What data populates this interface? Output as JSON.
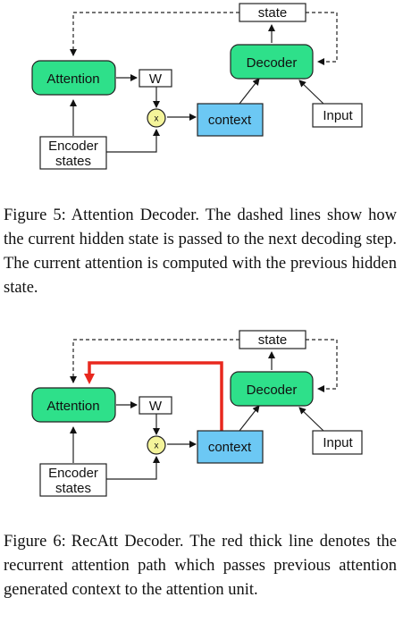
{
  "figures": [
    {
      "nodes": {
        "state": "state",
        "decoder": "Decoder",
        "attention": "Attention",
        "w": "W",
        "multiply": "x",
        "context": "context",
        "input": "Input",
        "encoder_line1": "Encoder",
        "encoder_line2": "states"
      },
      "caption_label": "Figure 5:",
      "caption_text": "Attention Decoder. The dashed lines show how the current hidden state is passed to the next decoding step. The current attention is computed with the previous hidden state."
    },
    {
      "nodes": {
        "state": "state",
        "decoder": "Decoder",
        "attention": "Attention",
        "w": "W",
        "multiply": "x",
        "context": "context",
        "input": "Input",
        "encoder_line1": "Encoder",
        "encoder_line2": "states"
      },
      "caption_label": "Figure 6:",
      "caption_text": "RecAtt Decoder. The red thick line denotes the recurrent attention path which passes previous attention generated context to the attention unit."
    }
  ],
  "colors": {
    "node_green": "#2ee08a",
    "context_blue": "#6cc8f4",
    "multiply_yellow": "#f4f49a",
    "recurrent_path_red": "#e8281e"
  }
}
